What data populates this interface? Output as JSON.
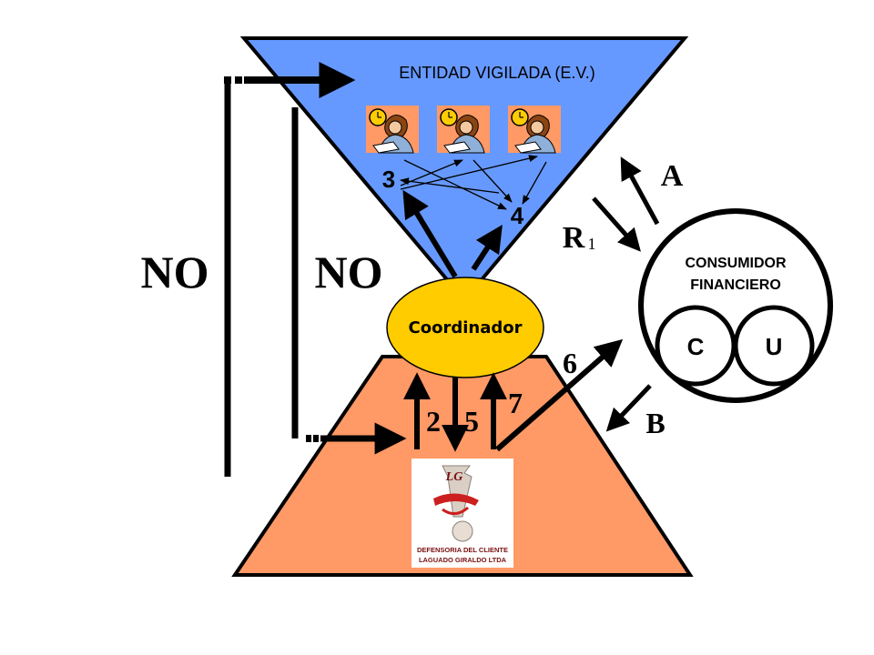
{
  "diagram": {
    "entity_label": "ENTIDAD VIGILADA (E.V.)",
    "coordinator_label": "Coordinador",
    "consumer_line1": "CONSUMIDOR",
    "consumer_line2": "FINANCIERO",
    "consumer_c": "C",
    "consumer_u": "U",
    "no_outer": "NO",
    "no_inner": "NO",
    "step_3": "3",
    "step_4": "4",
    "step_2": "2",
    "step_5": "5",
    "step_6": "6",
    "step_7": "7",
    "label_a": "A",
    "label_b": "B",
    "label_r": "R",
    "label_r_sub": "1",
    "logo_letters": "LG",
    "logo_line1": "DEFENSORIA DEL CLIENTE",
    "logo_line2": "LAGUADO GIRALDO  LTDA",
    "icon_worker": "office-worker-icon",
    "colors": {
      "top_triangle": "#6699FF",
      "bottom_triangle": "#FF9966",
      "coordinator": "#FFCC00",
      "ink": "#000000"
    }
  }
}
